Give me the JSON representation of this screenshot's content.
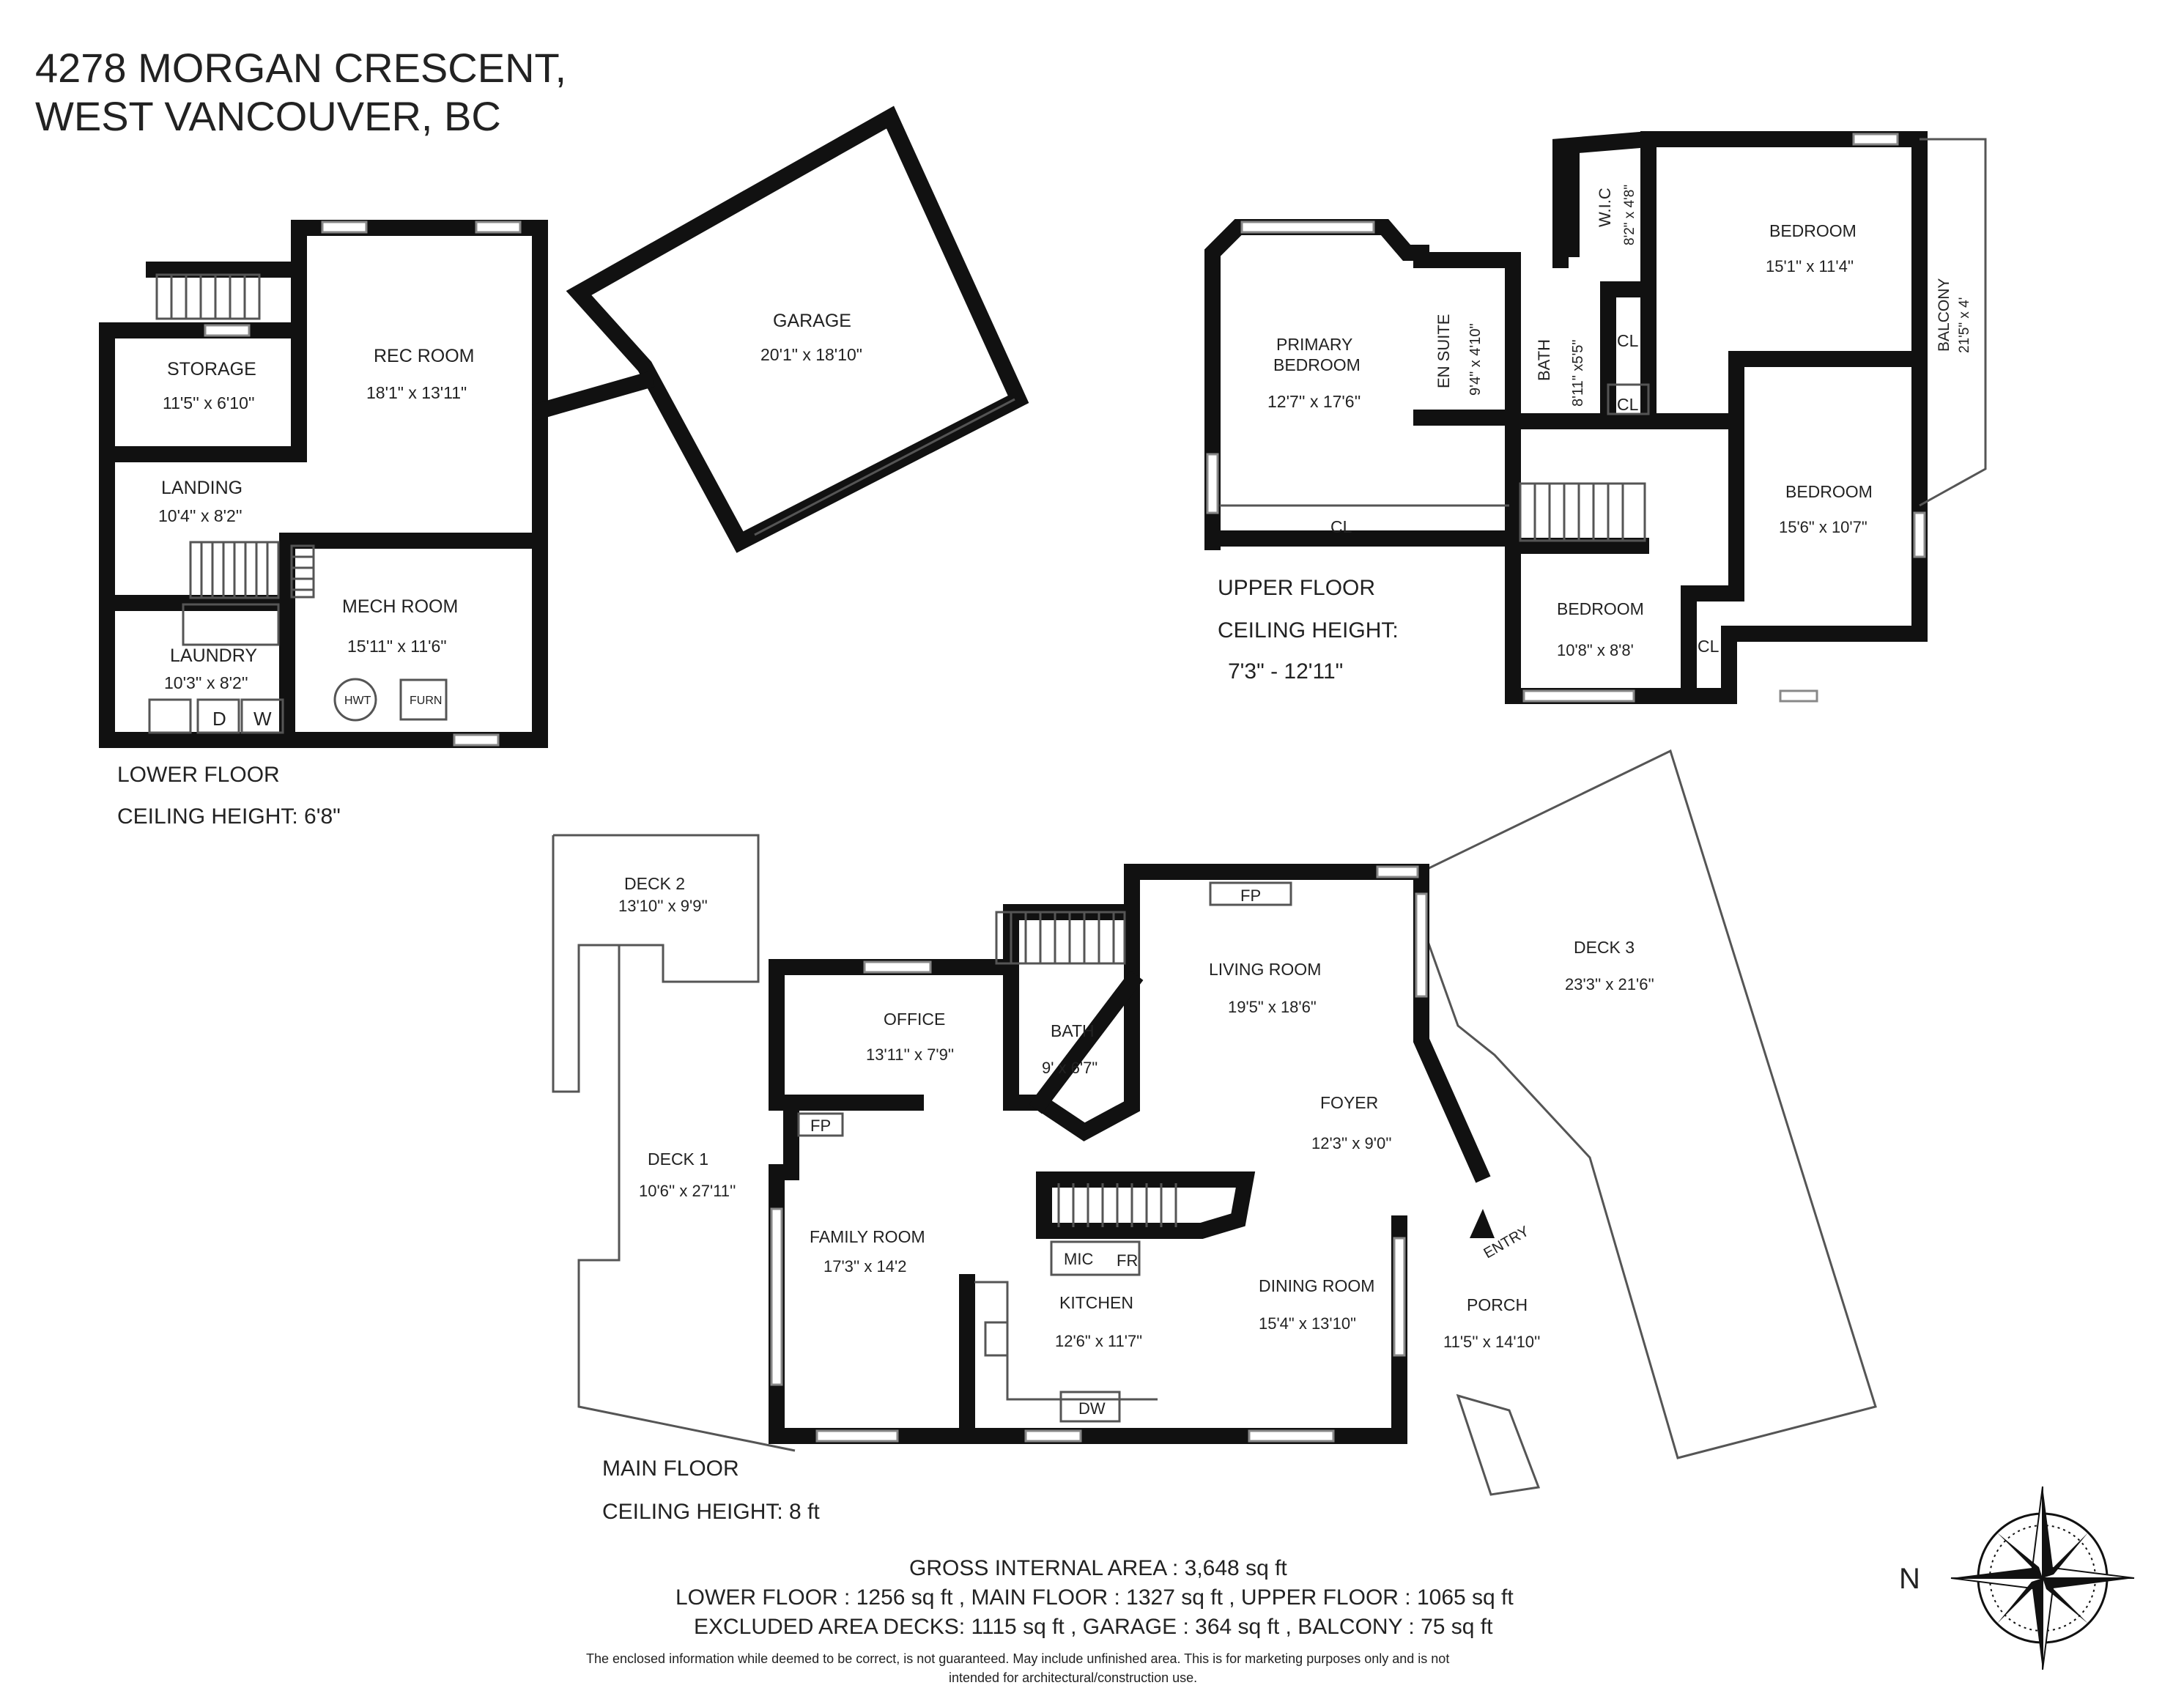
{
  "address": {
    "line1": "4278 MORGAN CRESCENT,",
    "line2": "WEST VANCOUVER, BC"
  },
  "lower_floor": {
    "title": "LOWER FLOOR",
    "ceiling": "CEILING HEIGHT: 6'8\"",
    "rooms": {
      "garage": {
        "name": "GARAGE",
        "size": "20'1\" x 18'10\""
      },
      "rec_room": {
        "name": "REC ROOM",
        "size": "18'1\" x 13'11\""
      },
      "storage": {
        "name": "STORAGE",
        "size": "11'5'' x 6'10''"
      },
      "landing": {
        "name": "LANDING",
        "size": "10'4'' x 8'2''"
      },
      "mech_room": {
        "name": "MECH ROOM",
        "size": "15'11\" x 11'6\""
      },
      "laundry": {
        "name": "LAUNDRY",
        "size": "10'3'' x 8'2''"
      }
    },
    "fixtures": {
      "hwt": "HWT",
      "furn": "FURN",
      "dryer": "D",
      "washer": "W"
    }
  },
  "upper_floor": {
    "title": "UPPER FLOOR",
    "ceiling_label": "CEILING HEIGHT:",
    "ceiling_range": "7'3\" - 12'11\"",
    "rooms": {
      "primary": {
        "name1": "PRIMARY",
        "name2": "BEDROOM",
        "size": "12'7'' x 17'6''"
      },
      "ensuite": {
        "name": "EN SUITE",
        "size": "9'4\" x 4'10\""
      },
      "bath": {
        "name": "BATH",
        "size": "8'11\" x5'5\""
      },
      "wic": {
        "name": "W.I.C",
        "size": "8'2\" x 4'8\""
      },
      "bedroom_ne": {
        "name": "BEDROOM",
        "size": "15'1'' x 11'4''"
      },
      "balcony": {
        "name": "BALCONY",
        "size": "21'5\" x 4'"
      },
      "bedroom_e": {
        "name": "BEDROOM",
        "size": "15'6\" x 10'7\""
      },
      "bedroom_s": {
        "name": "BEDROOM",
        "size": "10'8\" x 8'8'"
      }
    },
    "closet": "CL"
  },
  "main_floor": {
    "title": "MAIN FLOOR",
    "ceiling": "CEILING HEIGHT: 8 ft",
    "rooms": {
      "deck2": {
        "name": "DECK 2",
        "size": "13'10'' x 9'9''"
      },
      "deck1": {
        "name": "DECK 1",
        "size": "10'6'' x 27'11''"
      },
      "deck3": {
        "name": "DECK 3",
        "size": "23'3'' x 21'6''"
      },
      "office": {
        "name": "OFFICE",
        "size": "13'11'' x 7'9''"
      },
      "bath": {
        "name": "BATH",
        "size": "9' x 6'7\""
      },
      "living": {
        "name": "LIVING ROOM",
        "size": "19'5\" x 18'6\""
      },
      "foyer": {
        "name": "FOYER",
        "size": "12'3'' x 9'0''"
      },
      "family": {
        "name": "FAMILY ROOM",
        "size": "17'3'' x 14'2"
      },
      "kitchen": {
        "name": "KITCHEN",
        "size": "12'6\" x 11'7\""
      },
      "dining": {
        "name": "DINING ROOM",
        "size": "15'4\" x 13'10\""
      },
      "porch": {
        "name": "PORCH",
        "size": "11'5'' x 14'10''"
      }
    },
    "fixtures": {
      "fp": "FP",
      "mic": "MIC",
      "fr": "FR",
      "dw": "DW",
      "entry": "ENTRY"
    }
  },
  "summary": {
    "gross": "GROSS INTERNAL AREA : 3,648 sq ft",
    "floors": "LOWER FLOOR : 1256 sq ft , MAIN FLOOR : 1327 sq ft , UPPER FLOOR : 1065 sq ft",
    "excluded": "EXCLUDED AREA DECKS: 1115 sq ft , GARAGE : 364 sq ft , BALCONY : 75 sq ft",
    "disclaimer1": "The enclosed information while deemed to be correct, is not guaranteed. May include unfinished area. This is for marketing purposes only and is not",
    "disclaimer2": "intended for architectural/construction use."
  },
  "compass": {
    "north": "N",
    "icon": "compass-rose-icon"
  }
}
